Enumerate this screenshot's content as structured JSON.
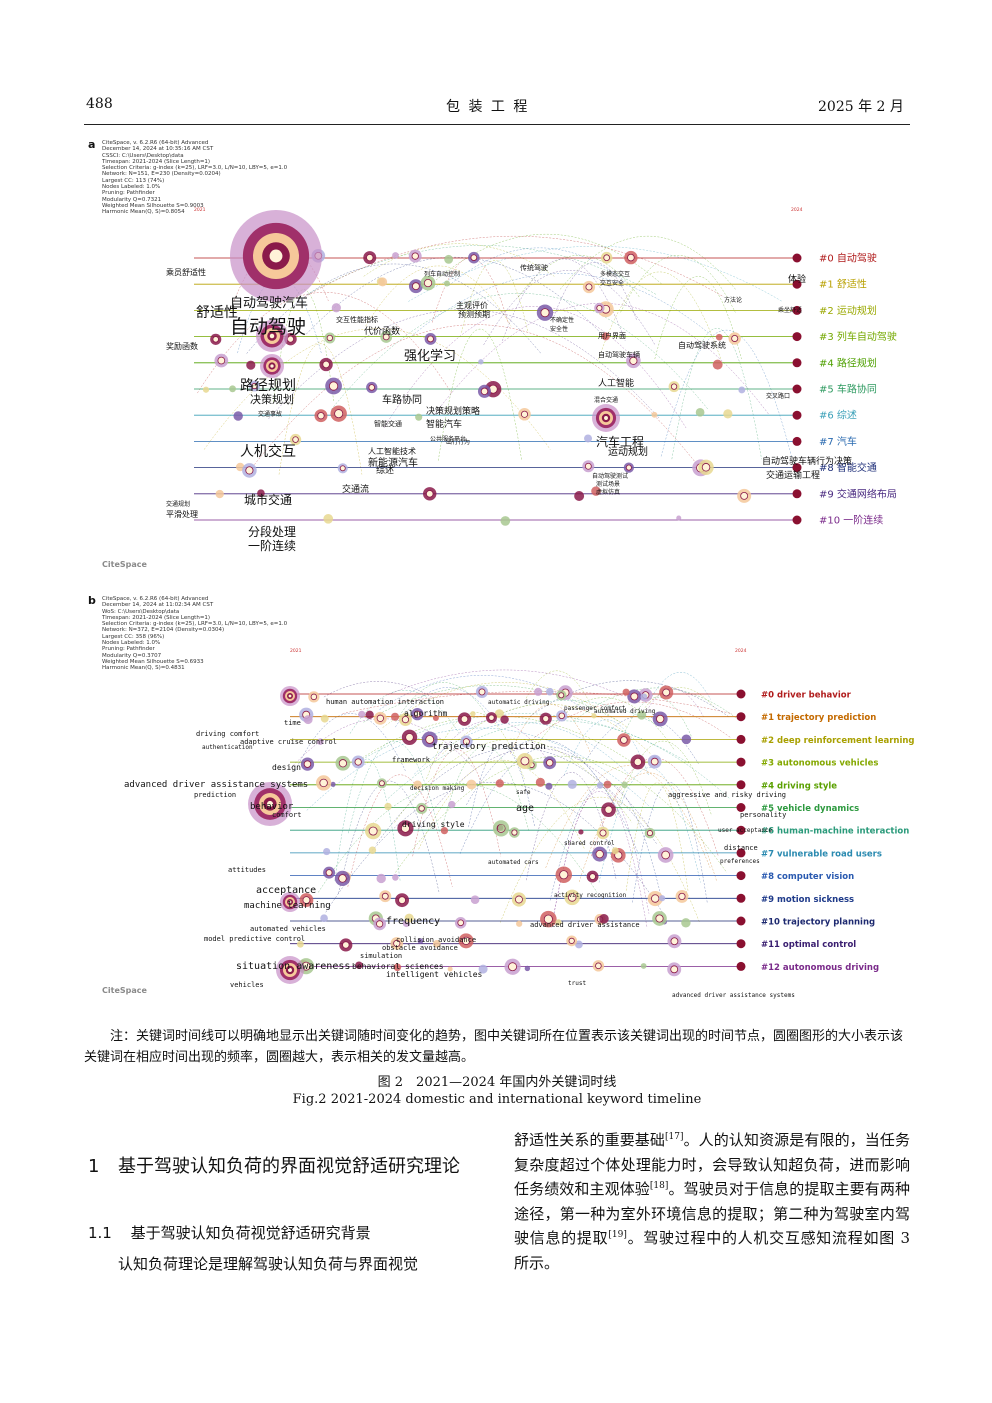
{
  "header": {
    "page_number": "488",
    "journal": "包 装 工 程",
    "date": "2025 年 2 月"
  },
  "figure": {
    "panel_a": {
      "letter": "a",
      "info_lines": [
        "CiteSpace, v. 6.2.R6 (64-bit) Advanced",
        "December 14, 2024 at 10:35:16 AM CST",
        "CSSCI: C:\\Users\\Desktop\\data",
        "Timespan: 2021-2024 (Slice Length=1)",
        "Selection Criteria: g-index (k=25), LRF=3.0, L/N=10, LBY=5, e=1.0",
        "Network: N=151, E=230 (Density=0.0204)",
        "Largest CC: 113 (74%)",
        "Nodes Labeled: 1.0%",
        "Pruning: Pathfinder",
        "Modularity Q=0.7321",
        "Weighted Mean Silhouette S=0.9003",
        "Harmonic Mean(Q, S)=0.8054"
      ],
      "year_start": "2021",
      "year_end": "2024",
      "watermark": "CiteSpace",
      "clusters": [
        {
          "label": "#0 自动驾驶",
          "color": "#b01c1c"
        },
        {
          "label": "#1 舒适性",
          "color": "#b8a000"
        },
        {
          "label": "#2 运动规划",
          "color": "#9aa800"
        },
        {
          "label": "#3 列车自动驾驶",
          "color": "#74a800"
        },
        {
          "label": "#4 路径规划",
          "color": "#4ea000"
        },
        {
          "label": "#5 车路协同",
          "color": "#2e9a60"
        },
        {
          "label": "#6 综述",
          "color": "#3aa0b8"
        },
        {
          "label": "#7 汽车",
          "color": "#2a6ab0"
        },
        {
          "label": "#8 智能交通",
          "color": "#20307a"
        },
        {
          "label": "#9 交通网络布局",
          "color": "#4a2a80"
        },
        {
          "label": "#10 一阶连续",
          "color": "#7a2a8a"
        }
      ],
      "keywords": [
        "乘员舒适性",
        "舒适性",
        "自动驾驶汽车",
        "自动驾驶",
        "奖励函数",
        "交互性能指标",
        "代价函数",
        "列车自动控制",
        "主观评价",
        "预测预期",
        "多模态交互",
        "交互安全",
        "体验",
        "方法论",
        "乘坐舒适",
        "不确定性",
        "安全性",
        "用户界面",
        "自动驾驶车辆",
        "强化学习",
        "路径规划",
        "决策规划",
        "交通事故",
        "车路协同",
        "决策规划策略",
        "智能汽车",
        "公共服务平台",
        "人工智能",
        "自动驾驶系统",
        "传统驾驶",
        "交叉路口",
        "混合交通",
        "智能交通",
        "综述",
        "汽车工程",
        "运动规划",
        "人机交互",
        "人工智能技术",
        "新能源汽车",
        "出行行为",
        "交通流",
        "城市交通",
        "自动驾驶测试",
        "测试场景",
        "虚拟仿真",
        "自动驾驶车辆行为决策",
        "交通运输工程",
        "交通规划",
        "平滑处理",
        "分段处理",
        "一阶连续"
      ]
    },
    "panel_b": {
      "letter": "b",
      "info_lines": [
        "CiteSpace, v. 6.2.R6 (64-bit) Advanced",
        "December 14, 2024 at 11:02:34 AM CST",
        "WoS: C:\\Users\\Desktop\\data",
        "Timespan: 2021-2024 (Slice Length=1)",
        "Selection Criteria: g-index (k=25), LRF=3.0, L/N=10, LBY=5, e=1.0",
        "Network: N=372, E=2104 (Density=0.0304)",
        "Largest CC: 358 (96%)",
        "Nodes Labeled: 1.0%",
        "Pruning: Pathfinder",
        "Modularity Q=0.3707",
        "Weighted Mean Silhouette S=0.6933",
        "Harmonic Mean(Q, S)=0.4831"
      ],
      "year_start": "2021",
      "year_end": "2024",
      "watermark": "CiteSpace",
      "clusters": [
        {
          "label": "#0 driver behavior",
          "color": "#b01c1c"
        },
        {
          "label": "#1 trajectory prediction",
          "color": "#c46a00"
        },
        {
          "label": "#2 deep reinforcement learning",
          "color": "#a8a000"
        },
        {
          "label": "#3 autonomous vehicles",
          "color": "#84a800"
        },
        {
          "label": "#4 driving style",
          "color": "#5aa000"
        },
        {
          "label": "#5 vehicle dynamics",
          "color": "#2e9a40"
        },
        {
          "label": "#6 human-machine interaction",
          "color": "#2a9a7a"
        },
        {
          "label": "#7 vulnerable road users",
          "color": "#2a8ab0"
        },
        {
          "label": "#8 computer vision",
          "color": "#2a5ab0"
        },
        {
          "label": "#9 motion sickness",
          "color": "#1e3a8a"
        },
        {
          "label": "#10 trajectory planning",
          "color": "#1e2a70"
        },
        {
          "label": "#11 optimal control",
          "color": "#3a1e70"
        },
        {
          "label": "#12 autonomous driving",
          "color": "#7a2a8a"
        }
      ],
      "keywords": [
        "human automation interaction",
        "automatic driving",
        "passenger comfort",
        "algorithm",
        "automated driving",
        "time",
        "driving comfort",
        "adaptive cruise control",
        "authentication",
        "design",
        "framework",
        "trajectory prediction",
        "advanced driver assistance systems",
        "prediction",
        "behavior",
        "comfort",
        "decision making",
        "safe",
        "age",
        "aggressive and risky driving",
        "personality",
        "driving style",
        "user acceptance",
        "shared control",
        "automated cars",
        "distance",
        "preferences",
        "attitudes",
        "acceptance",
        "machine learning",
        "activity recognition",
        "frequency",
        "automated vehicles",
        "model predictive control",
        "collision avoidance",
        "obstacle avoidance",
        "advanced driver assistance",
        "simulation",
        "situation awareness",
        "behavioral sciences",
        "intelligent vehicles",
        "trust",
        "vehicles",
        "advanced driver assistance systems"
      ]
    },
    "note": "注：关键词时间线可以明确地显示出关键词随时间变化的趋势，图中关键词所在位置表示该关键词出现的时间节点，圆圈图形的大小表示该关键词在相应时间出现的频率，圆圈越大，表示相关的发文量越高。",
    "caption_cn": "图 2　2021—2024 年国内外关键词时线",
    "caption_en": "Fig.2 2021-2024 domestic and international keyword timeline"
  },
  "section": {
    "number": "1",
    "title": "基于驾驶认知负荷的界面视觉舒适研究理论",
    "sub_number": "1.1",
    "sub_title": "基于驾驶认知负荷视觉舒适研究背景",
    "left_para": "认知负荷理论是理解驾驶认知负荷与界面视觉",
    "right_para": "舒适性关系的重要基础[17]。人的认知资源是有限的，当任务复杂度超过个体处理能力时，会导致认知超负荷，进而影响任务绩效和主观体验[18]。驾驶员对于信息的提取主要有两种途径，第一种为室外环境信息的提取；第二种为驾驶室内驾驶信息的提取[19]。驾驶过程中的人机交互感知流程如图 3 所示。",
    "right_para_parts": {
      "p1": "舒适性关系的重要基础",
      "r1": "[17]",
      "p2": "。人的认知资源是有限的，当任务复杂度超过个体处理能力时，会导致认知超负荷，进而影响任务绩效和主观体验",
      "r2": "[18]",
      "p3": "。驾驶员对于信息的提取主要有两种途径，第一种为室外环境信息的提取；第二种为驾驶室内驾驶信息的提取",
      "r3": "[19]",
      "p4": "。驾驶过程中的人机交互感知流程如图 3 所示。"
    }
  }
}
